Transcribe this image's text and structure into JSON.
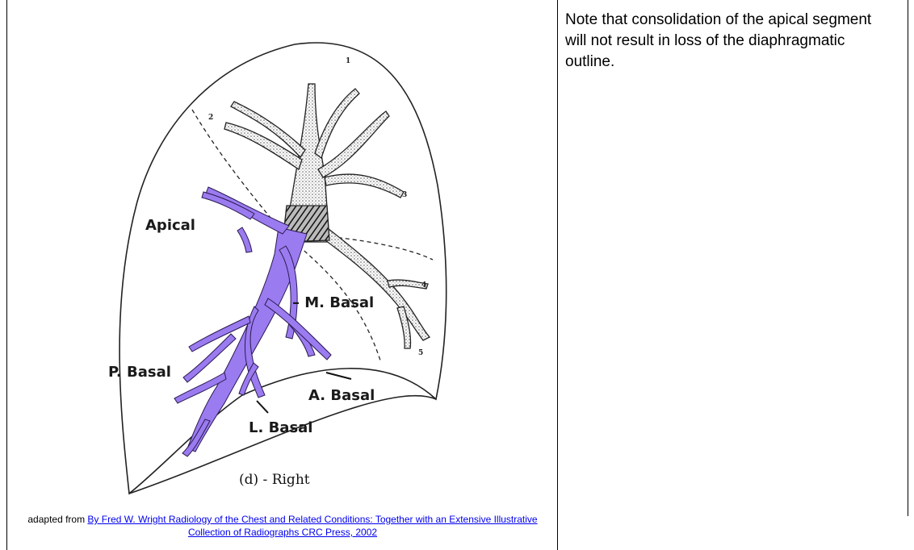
{
  "figure": {
    "labels": {
      "apical": "Apical",
      "m_basal": "– M. Basal",
      "p_basal": "P. Basal",
      "a_basal": "A. Basal",
      "l_basal": "L. Basal"
    },
    "segment_numbers": [
      "1",
      "2",
      "3",
      "4",
      "5"
    ],
    "caption": "(d) - Right",
    "highlight_color": "#9b7bf0"
  },
  "credit": {
    "prefix": "adapted from ",
    "link_text": "By Fred W. Wright Radiology of the Chest and Related Conditions: Together with an Extensive Illustrative Collection of Radiographs CRC Press, 2002"
  },
  "note": {
    "text": "Note that consolidation of the apical segment will not result in loss of the diaphragmatic outline."
  }
}
